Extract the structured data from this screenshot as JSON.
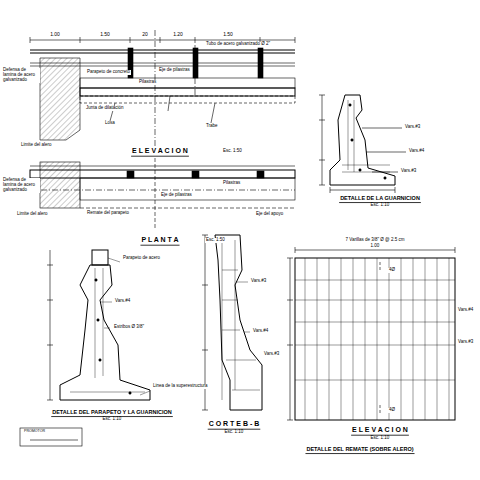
{
  "diagram": {
    "labels": [
      "1.00",
      "1.50",
      "20",
      "1.20",
      "1.50",
      "Tubo de acero galvanizado Ø 2\"",
      "Defensa de lamina de acero galvanizado",
      "Parapeto de concreto",
      "Eje de pilastras",
      "Pilastras",
      "Losa",
      "Trabe",
      "Junta de dilatación",
      "Limite del alero",
      "E L E V A C I O N",
      "Esc. 1:50",
      "Defensa de lamina de acero galvanizado",
      "Limite del alero",
      "Remate del parapeto",
      "Eje de pilastras",
      "Pilastras",
      "Eje del apoyo",
      "P L A N T A",
      "Esc. 1:50",
      "Vars.#3",
      "Vars.#4",
      "Vars.#3",
      "DETALLE DE LA GUARNICION",
      "Esc. 1:10",
      "Parapeto de acero",
      "Vars.#4",
      "Estribos Ø 3/8\"",
      "Linea de la superestructura",
      "DETALLE DEL PARAPETO Y LA GUARNICION",
      "Esc. 1:10",
      "Vars.#3",
      "Vars.#4",
      "Vars.#3",
      "C O R T E B - B",
      "Esc. 1:10",
      "7 Varillas de 3/8\" Ø @ 2.5 cm",
      "1.00",
      "4Ø",
      "Vars.#4",
      "Vars.#3",
      "4Ø",
      "E L E V A C I O N",
      "Esc. 1:10",
      "DETALLE DEL REMATE (SOBRE ALERO)",
      "PROMOTOR"
    ]
  }
}
